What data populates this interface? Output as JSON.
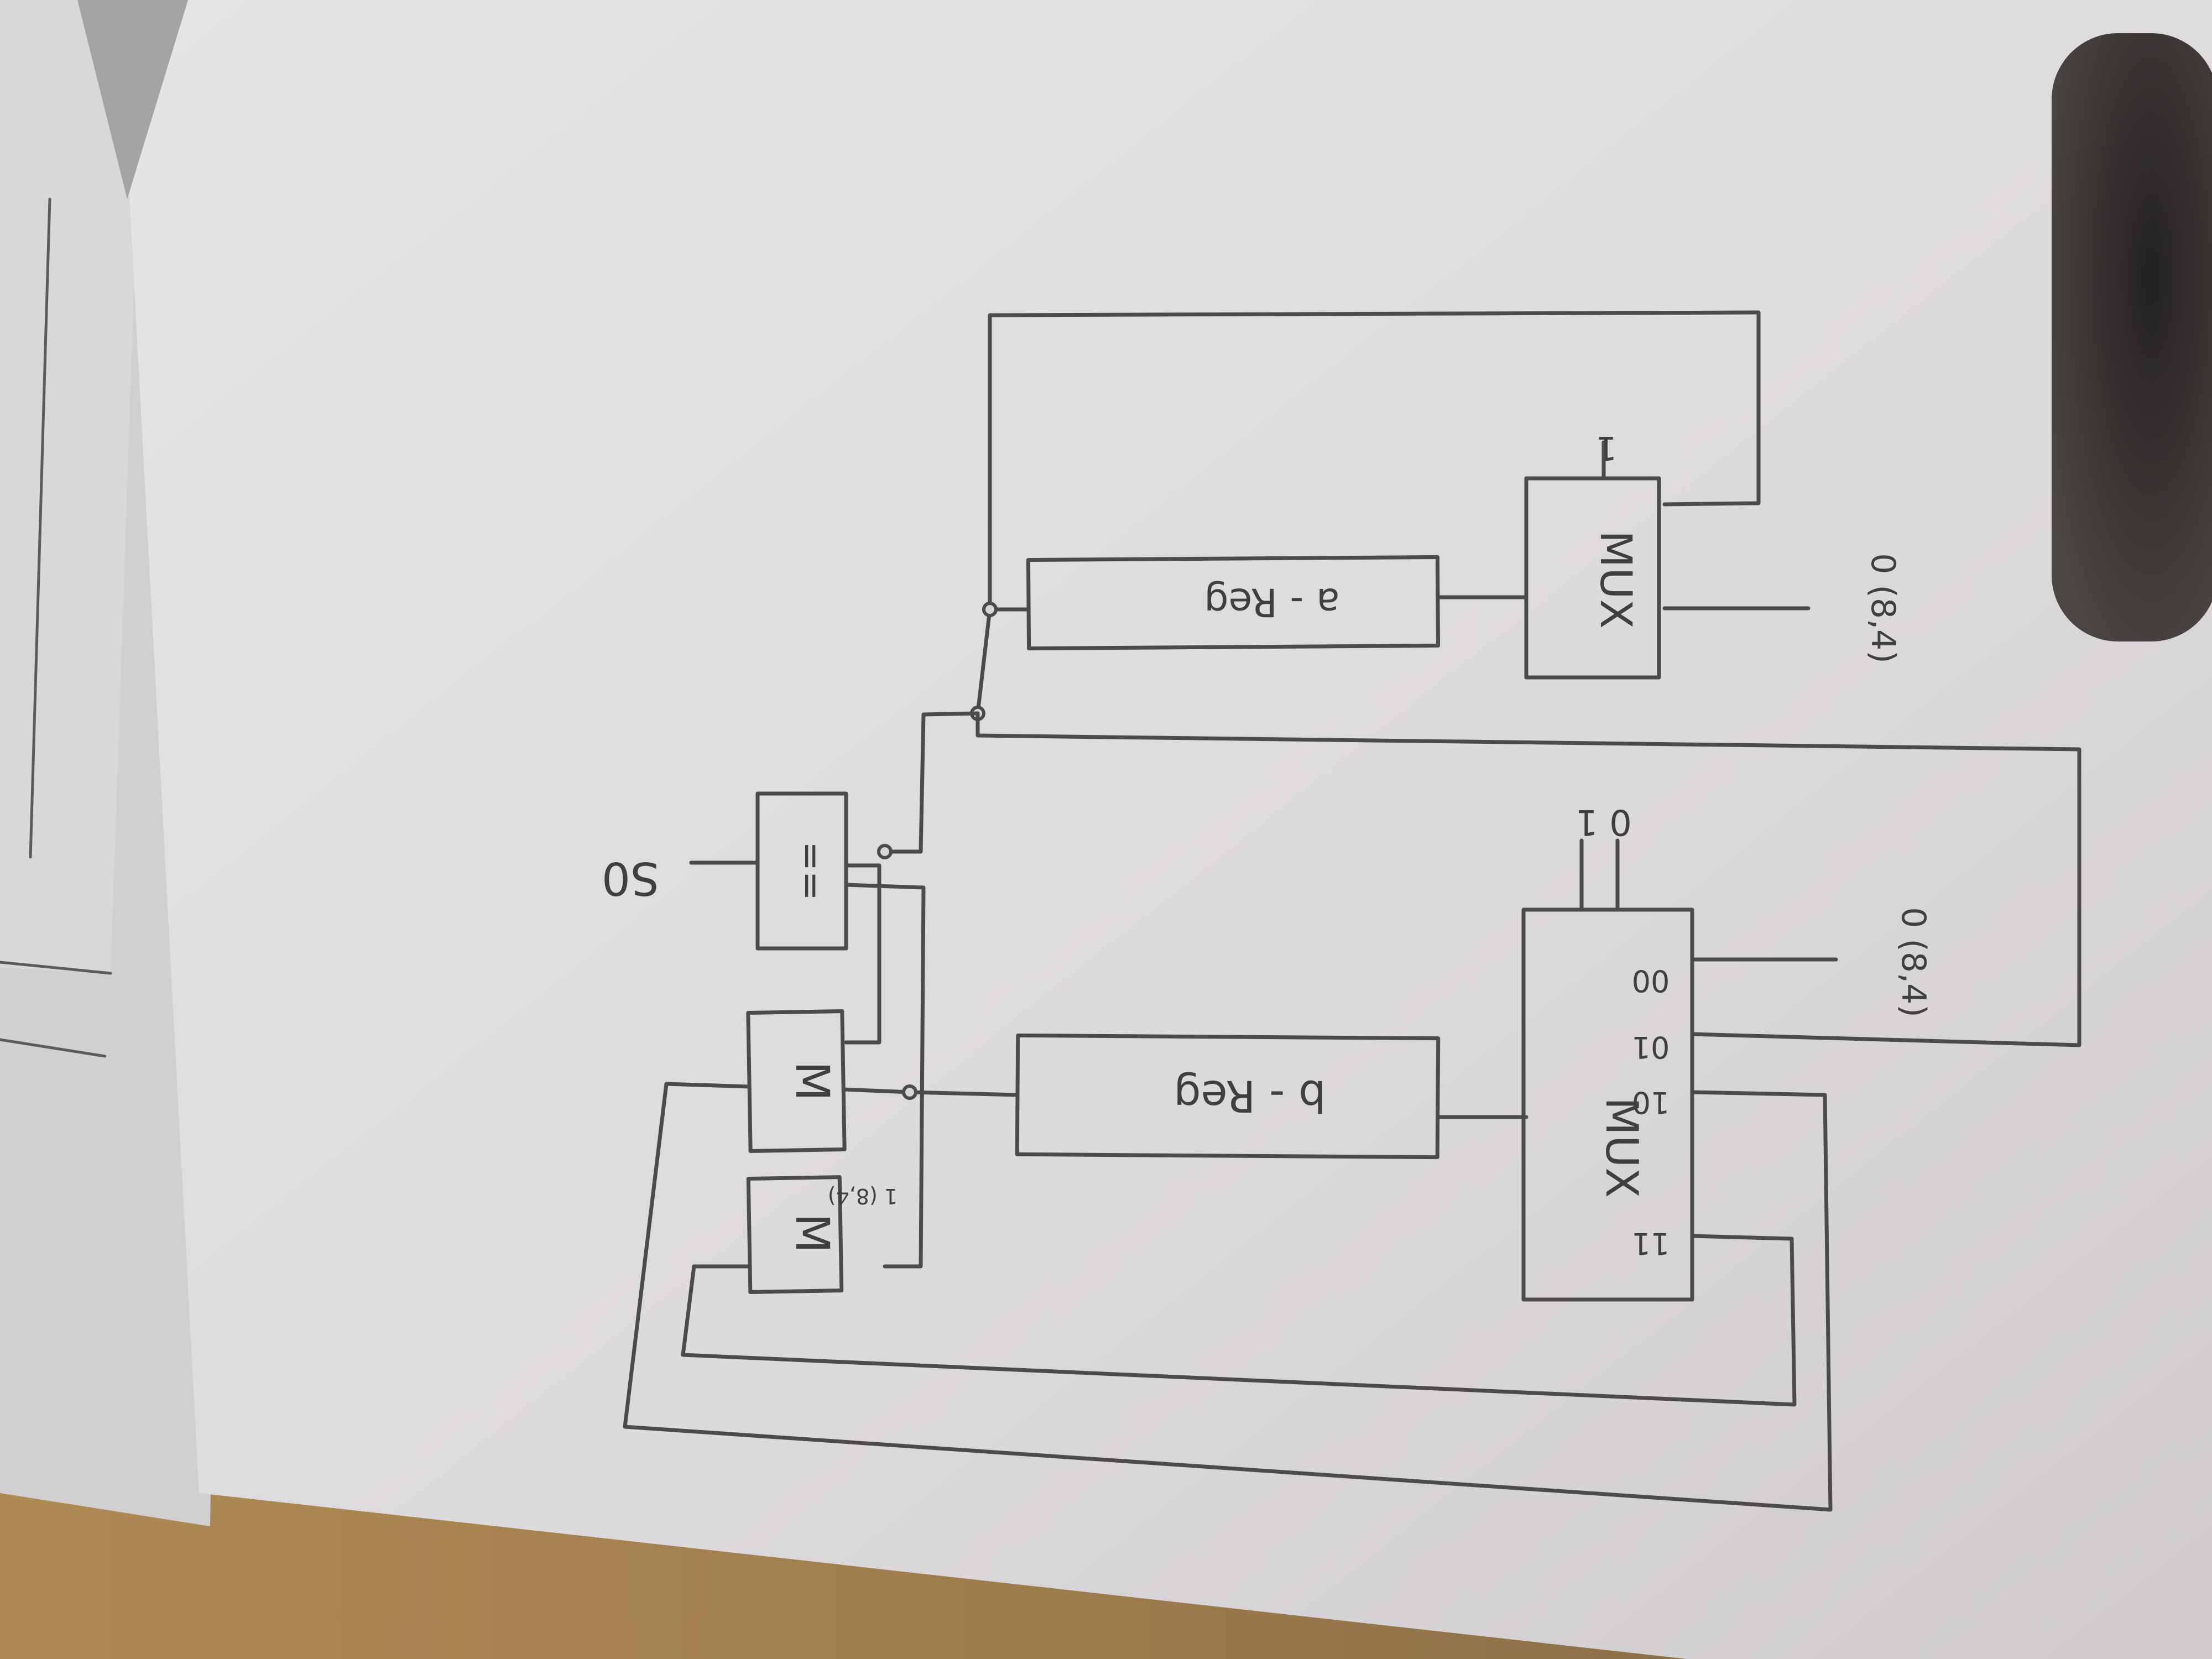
{
  "diagram": {
    "reg_a_label": "a - Reg",
    "reg_b_label": "b - Reg",
    "mux_top_label": "MUX",
    "mux_top_select": "1",
    "mux_top_input0": "0 (8,4)",
    "mux_bottom_label": "MUX",
    "mux_bottom_in_00": "00",
    "mux_bottom_in_01": "01",
    "mux_bottom_in_10": "10",
    "mux_bottom_in_11": "11",
    "mux_bottom_select": "0 1",
    "mux_bottom_input00": "0 (8,4)",
    "comparator_label": "==",
    "comparator_output": "S0",
    "m_block_1": "M",
    "m_block_2": "M",
    "m_note": "1 (8,4)"
  },
  "colors": {
    "paper": "#e1dee0",
    "pencil": "#4b4a4c",
    "table": "#a88652",
    "shadow": "#2f2d2c"
  }
}
